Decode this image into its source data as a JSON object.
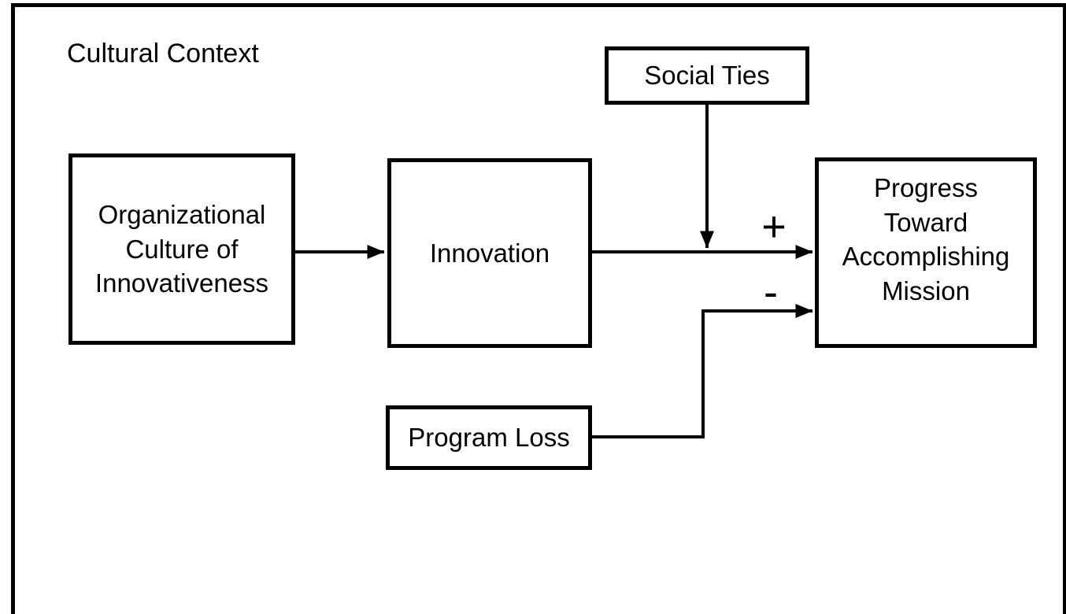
{
  "diagram": {
    "context_label": "Cultural Context",
    "nodes": {
      "org_culture": {
        "label": [
          "Organizational",
          "Culture of",
          "Innovativeness"
        ]
      },
      "innovation": {
        "label": "Innovation"
      },
      "social_ties": {
        "label": "Social Ties"
      },
      "progress": {
        "label": [
          "Progress",
          "Toward",
          "Accomplishing",
          "Mission"
        ]
      },
      "program_loss": {
        "label": "Program Loss"
      }
    },
    "edges": [
      {
        "from": "org_culture",
        "to": "innovation",
        "type": "straight-arrow",
        "label": ""
      },
      {
        "from": "innovation",
        "to": "progress",
        "type": "straight-arrow",
        "label": "+"
      },
      {
        "from": "social_ties",
        "to": "edge_innovation_to_progress",
        "type": "straight-arrow",
        "label": ""
      },
      {
        "from": "program_loss",
        "to": "progress",
        "type": "elbow-arrow",
        "label": "-"
      }
    ],
    "colors": {
      "line": "#000000",
      "background": "#ffffff",
      "text": "#000000"
    }
  }
}
